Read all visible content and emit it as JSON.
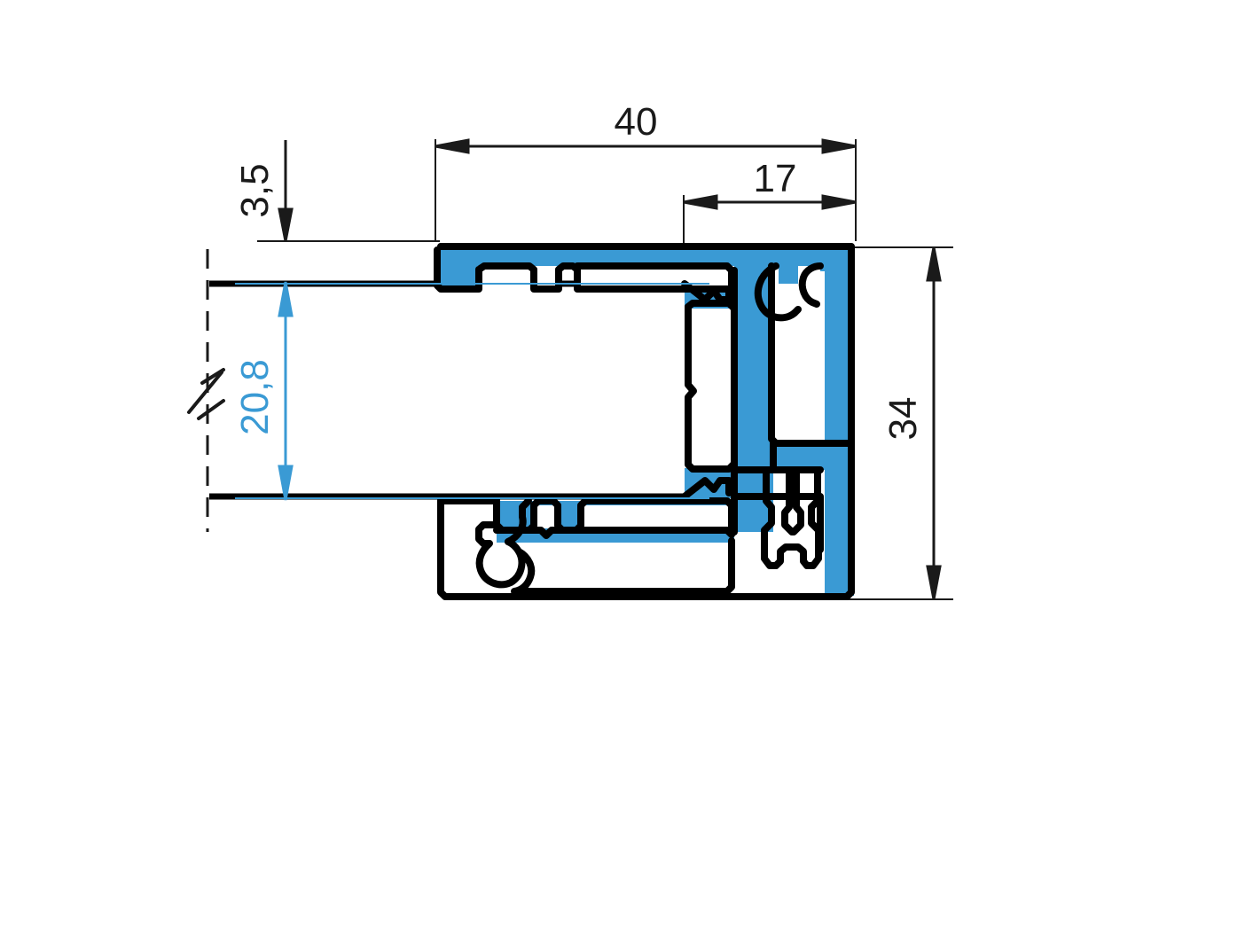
{
  "drawing": {
    "title": "Aluminium profile cross-section",
    "type": "technical-cross-section",
    "background_color": "#ffffff",
    "outline_color": "#000000",
    "fill_color": "#3a9ad4",
    "dimension_color_primary": "#1a1a1a",
    "dimension_color_secondary": "#3a9ad4"
  },
  "dimensions": {
    "width_overall": {
      "label": "40",
      "orientation": "horizontal",
      "position": "top",
      "color": "#1a1a1a"
    },
    "width_partial": {
      "label": "17",
      "orientation": "horizontal",
      "position": "top-right",
      "color": "#1a1a1a"
    },
    "offset_top": {
      "label": "3,5",
      "orientation": "vertical",
      "position": "left",
      "color": "#1a1a1a"
    },
    "glass_thickness": {
      "label": "20,8",
      "orientation": "vertical",
      "position": "left",
      "color": "#3a9ad4"
    },
    "height_overall": {
      "label": "34",
      "orientation": "vertical",
      "position": "right",
      "color": "#1a1a1a"
    }
  },
  "annotations": {
    "break_symbol": "break-line",
    "centerline": "dashed-centre-line",
    "glass_panel": "glazing-panel-section"
  }
}
